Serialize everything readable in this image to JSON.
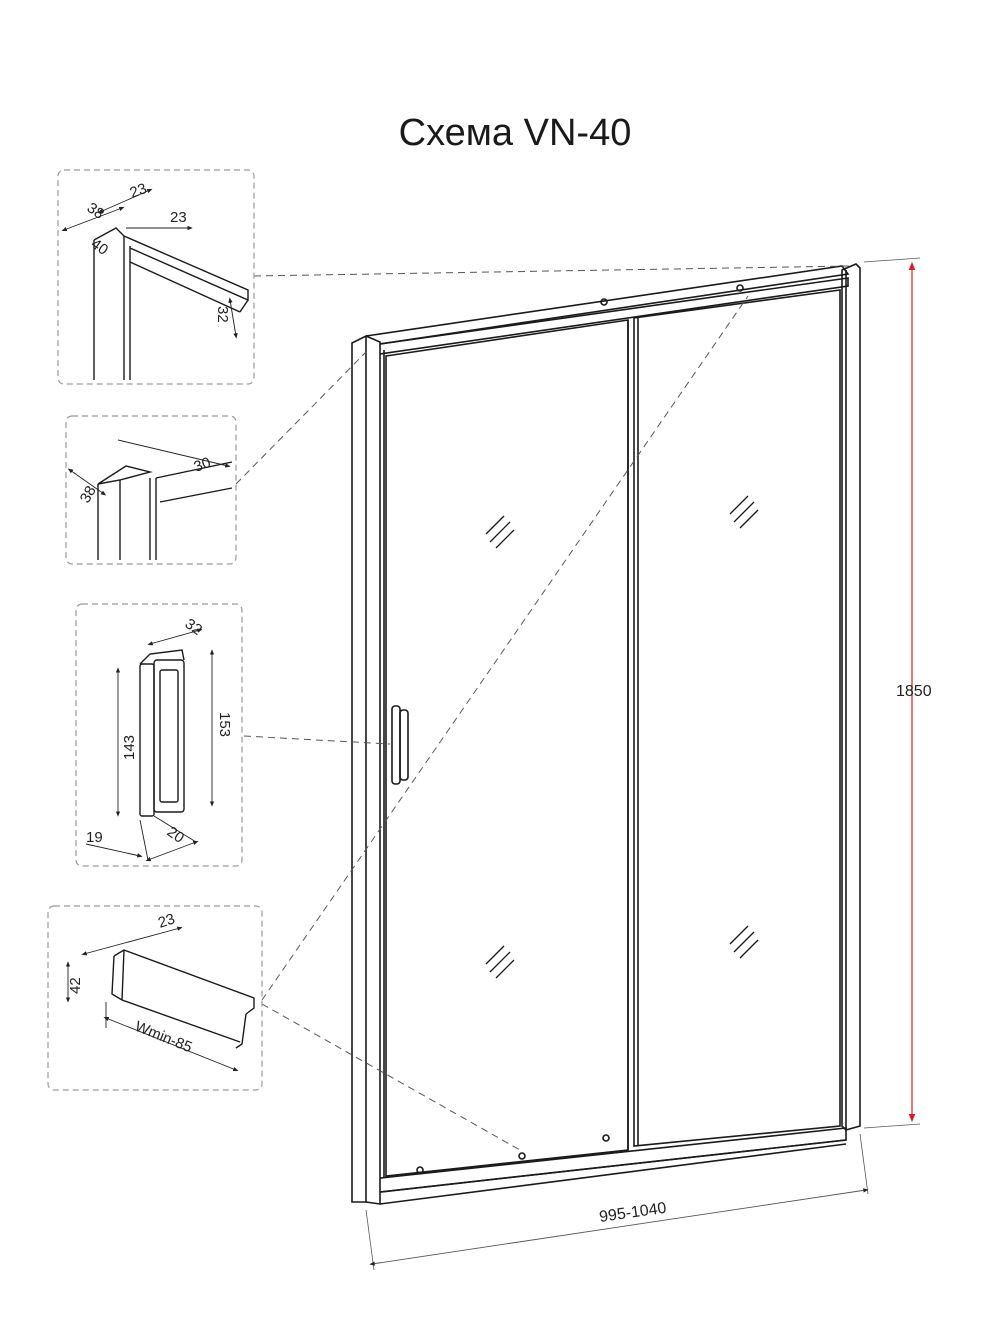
{
  "title": "Схема VN-40",
  "dimensions": {
    "height": "1850",
    "width": "995-1040"
  },
  "details": {
    "top_corner": {
      "a": "38",
      "b": "23",
      "c": "23",
      "d": "40",
      "e": "32"
    },
    "wall_profile": {
      "a": "38",
      "b": "30"
    },
    "handle": {
      "width": "32",
      "inner": "143",
      "outer": "153",
      "base": "19",
      "depth": "20"
    },
    "bottom_profile": {
      "depth": "23",
      "height": "42",
      "width": "Wmin-85"
    }
  },
  "colors": {
    "line": "#1a1a1a",
    "dash": "#555555",
    "dim_arrow": "#d0222a",
    "box_border": "#9a9a9a"
  }
}
